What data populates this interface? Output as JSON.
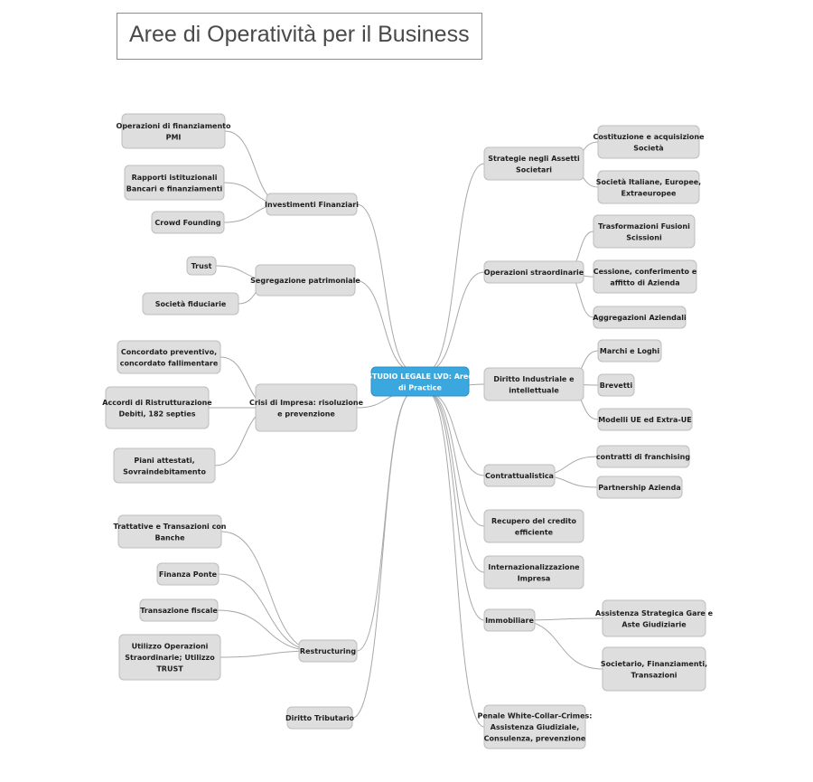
{
  "title": "Aree di Operatività per il Business",
  "colors": {
    "center_fill": "#3aa7de",
    "node_fill": "#dedede",
    "node_border": "#bdbdbd",
    "link": "#a8a8a8"
  },
  "mindmap": {
    "center": [
      "STUDIO LEGALE LVD: Aree",
      "di Practice"
    ],
    "right": [
      {
        "label": [
          "Strategie negli Assetti",
          "Societari"
        ],
        "children": [
          [
            "Costituzione e acquisizione",
            "Società"
          ],
          [
            "Società Italiane, Europee,",
            "Extraeuropee"
          ]
        ]
      },
      {
        "label": [
          "Operazioni straordinarie"
        ],
        "children": [
          [
            "Trasformazioni Fusioni",
            "Scissioni"
          ],
          [
            "Cessione, conferimento e",
            "affitto di Azienda"
          ],
          [
            "Aggregazioni Aziendali"
          ]
        ]
      },
      {
        "label": [
          "Diritto Industriale  e",
          "intellettuale"
        ],
        "children": [
          [
            "Marchi e Loghi"
          ],
          [
            "Brevetti"
          ],
          [
            "Modelli UE ed Extra-UE"
          ]
        ]
      },
      {
        "label": [
          "Contrattualistica"
        ],
        "children": [
          [
            "contratti di franchising"
          ],
          [
            "Partnership  Azienda"
          ]
        ]
      },
      {
        "label": [
          "Recupero del credito",
          "efficiente"
        ],
        "children": []
      },
      {
        "label": [
          "Internazionalizzazione",
          "Impresa"
        ],
        "children": []
      },
      {
        "label": [
          "Immobiliare"
        ],
        "children": [
          [
            "Assistenza Strategica Gare e",
            "Aste Giudiziarie"
          ],
          [
            "Societario, Finanziamenti,",
            "Transazioni"
          ]
        ]
      },
      {
        "label": [
          "Penale White-Collar-Crimes:",
          "Assistenza Giudiziale,",
          "Consulenza, prevenzione"
        ],
        "children": []
      }
    ],
    "left": [
      {
        "label": [
          "Investimenti Finanziari"
        ],
        "children": [
          [
            "Operazioni di finanziamento",
            "PMI"
          ],
          [
            "Rapporti istituzionali",
            "Bancari e finanziamenti"
          ],
          [
            "Crowd Founding"
          ]
        ]
      },
      {
        "label": [
          "Segregazione patrimoniale"
        ],
        "children": [
          [
            "Trust"
          ],
          [
            "Società fiduciarie"
          ]
        ]
      },
      {
        "label": [
          "Crisi di Impresa: risoluzione",
          "e prevenzione"
        ],
        "children": [
          [
            "Concordato preventivo,",
            "concordato fallimentare"
          ],
          [
            "Accordi di Ristrutturazione",
            "Debiti, 182 septies"
          ],
          [
            "Piani attestati,",
            "Sovraindebitamento"
          ]
        ]
      },
      {
        "label": [
          "Restructuring"
        ],
        "children": [
          [
            "Trattative e Transazioni  con",
            "Banche"
          ],
          [
            "Finanza Ponte"
          ],
          [
            "Transazione fiscale"
          ],
          [
            "Utilizzo  Operazioni",
            "Straordinarie; Utilizzo",
            "TRUST"
          ]
        ]
      },
      {
        "label": [
          "Diritto Tributario"
        ],
        "children": []
      }
    ]
  }
}
